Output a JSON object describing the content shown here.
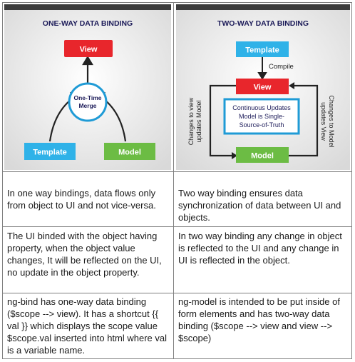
{
  "left_diagram": {
    "title": "ONE-WAY DATA BINDING",
    "view": "View",
    "center": [
      "One-Time",
      "Merge"
    ],
    "template": "Template",
    "model": "Model"
  },
  "right_diagram": {
    "title": "TWO-WAY DATA BINDING",
    "template": "Template",
    "compile": "Compile",
    "view": "View",
    "center": [
      "Continuous Updates",
      "Model is Single-",
      "Source-of-Truth"
    ],
    "model": "Model",
    "left_side": [
      "Changes to view",
      "updates Model"
    ],
    "right_side": [
      "Changes to Model",
      "updates View"
    ]
  },
  "colors": {
    "view": "#e8262c",
    "template": "#2fb2e8",
    "model": "#6cbc44",
    "title_bar": "#3d3d3d",
    "title_text": "#1c1b59",
    "center_ring": "#1f9bd6"
  },
  "rows": [
    {
      "one_way": "In one way bindings, data flows only from object to UI and not vice-versa.",
      "two_way": "Two way binding ensures data synchronization of data between UI and objects."
    },
    {
      "one_way": "The UI binded with the object having property, when the object value changes, It will be reflected on the UI, no update in the object property.",
      "two_way": "In two way binding any change in object is reflected to the UI and any change in UI is reflected in the object."
    },
    {
      "one_way": "ng-bind has one-way data binding ($scope --> view). It has a shortcut {{ val }} which displays the scope value $scope.val inserted into html where val is a variable name.",
      "two_way": "ng-model is intended to be put inside of form elements and has two-way data binding ($scope --> view and view --> $scope)"
    }
  ]
}
